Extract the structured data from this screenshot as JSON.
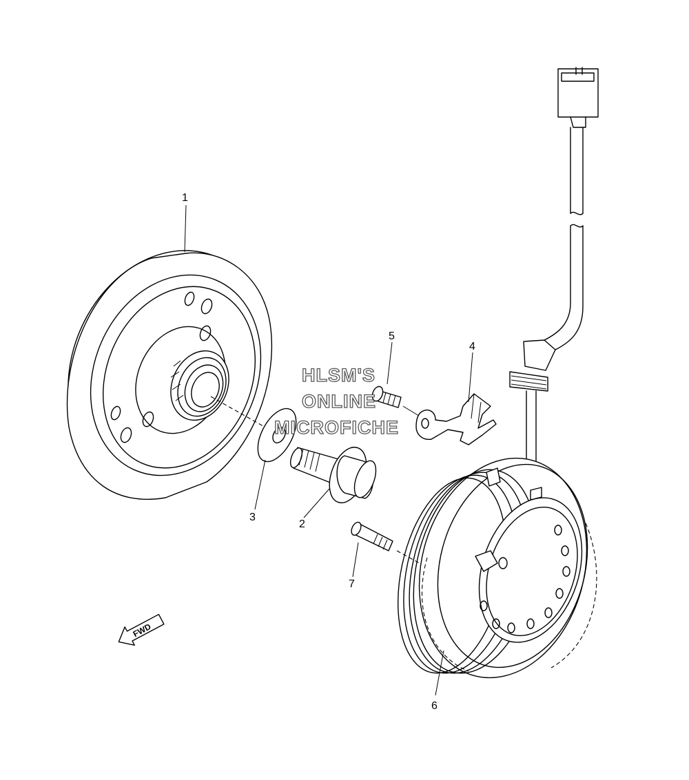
{
  "parts": [
    {
      "ref": "1",
      "item": "rotor"
    },
    {
      "ref": "2",
      "item": "flange-bolt"
    },
    {
      "ref": "3",
      "item": "washer"
    },
    {
      "ref": "4",
      "item": "clamp-bracket"
    },
    {
      "ref": "5",
      "item": "screw"
    },
    {
      "ref": "6",
      "item": "stator-assembly"
    },
    {
      "ref": "7",
      "item": "bolt"
    }
  ],
  "watermark": {
    "line1": "HLSM'S",
    "line2": "ONLINE",
    "line3": "MICROFICHE"
  },
  "direction_arrow": {
    "label": "FWD",
    "icon": "fwd-arrow-icon"
  },
  "colors": {
    "line": "#000000",
    "background": "#ffffff",
    "watermark_outline": "#555555"
  }
}
